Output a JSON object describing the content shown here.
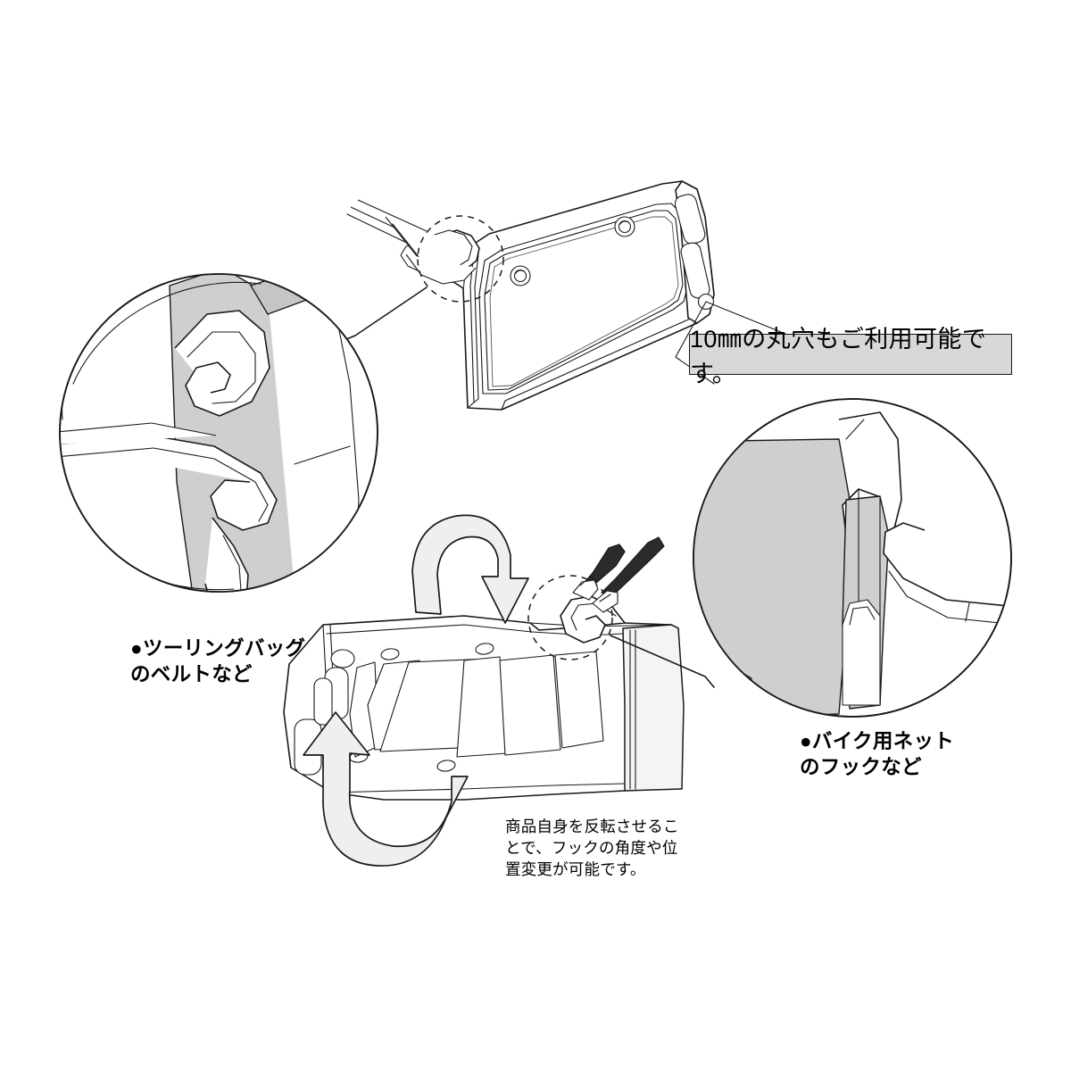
{
  "page": {
    "background_color": "#ffffff",
    "type": "product-instruction-illustration",
    "title": "License plate hook bracket usage illustration"
  },
  "callouts": {
    "round_hole_label": {
      "text": "10㎜の丸穴もご利用可能です。",
      "fill_color": "#d8d8d8",
      "border_color": "#1a1a1a"
    },
    "touring_bag": {
      "bullet": "●",
      "line1": "●ツーリングバッグ",
      "line2": "　のベルトなど",
      "text": "●ツーリングバッグ\nのベルトなど"
    },
    "bike_net": {
      "bullet": "●",
      "line1": "●バイク用ネット",
      "line2": "　のフックなど",
      "text": "●バイク用ネット\nのフックなど"
    },
    "flip_note": {
      "line1": "商品自身を反転させるこ",
      "line2": "とで、フックの角度や位",
      "line3": "置変更が可能です。",
      "text": "商品自身を反転させるこ\nとで、フックの角度や位\n置変更が可能です。"
    }
  },
  "illustration": {
    "line_color": "#1a1a1a",
    "shade_light": "#f2f2f2",
    "shade_mid": "#d0d0d0",
    "shade_dark": "#b8b8b8",
    "cord_color": "#2b2b2b",
    "parts": [
      {
        "name": "license-plate-bracket-top",
        "description": "Angled license plate holder with rounded frame, two screw bosses, two elongated slots and one 10mm round hole"
      },
      {
        "name": "strap-through-hook",
        "description": "Touring bag strap threaded through the side hook"
      },
      {
        "name": "detail-circle-left",
        "description": "Magnified view of hook with strap passing through"
      },
      {
        "name": "detail-circle-right",
        "description": "Magnified view of bike net hook engaging the bracket hook"
      },
      {
        "name": "bracket-flat-bottom",
        "description": "Flat bracket plate with triangular cutouts, slots and round hole"
      },
      {
        "name": "net-cords",
        "description": "Two black elastic net cords with metal hooks"
      },
      {
        "name": "rotation-arrow-top",
        "description": "Curved gray arrow indicating flipping over the top"
      },
      {
        "name": "rotation-arrow-bottom",
        "description": "Curved gray arrow indicating flipping from the bottom"
      }
    ]
  }
}
